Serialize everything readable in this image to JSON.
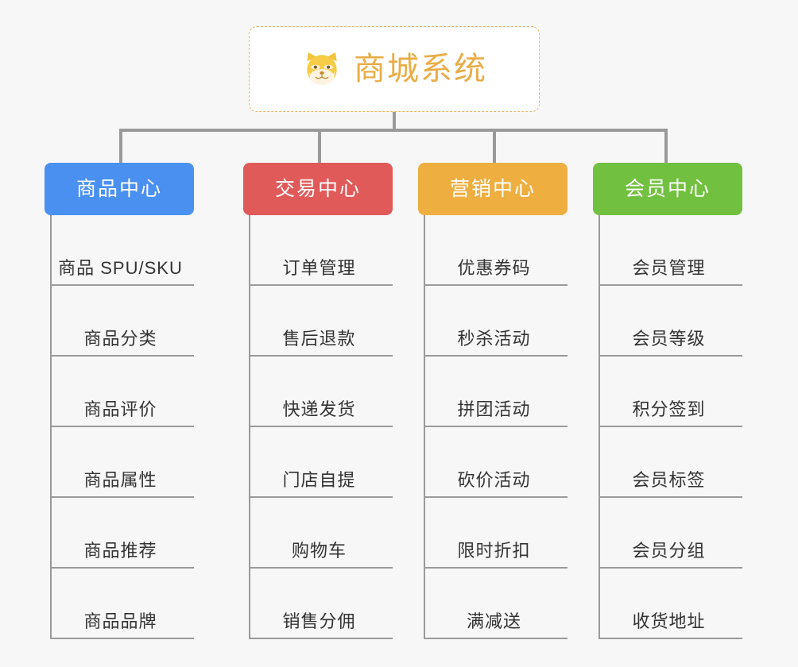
{
  "page": {
    "background_color": "#f7f7f7",
    "diagram_type": "organization-tree"
  },
  "root": {
    "title": "商城系统",
    "icon": "shiba-dog-icon",
    "title_color": "#e8ad47",
    "border_color": "#e9b463",
    "background_color": "#ffffff"
  },
  "connector_color": "#9a9a9a",
  "columns": [
    {
      "label": "商品中心",
      "color": "#4a90f0",
      "items": [
        {
          "label": "商品 SPU/SKU"
        },
        {
          "label": "商品分类"
        },
        {
          "label": "商品评价"
        },
        {
          "label": "商品属性"
        },
        {
          "label": "商品推荐"
        },
        {
          "label": "商品品牌"
        }
      ]
    },
    {
      "label": "交易中心",
      "color": "#e05a5a",
      "items": [
        {
          "label": "订单管理"
        },
        {
          "label": "售后退款"
        },
        {
          "label": "快递发货"
        },
        {
          "label": "门店自提"
        },
        {
          "label": "购物车"
        },
        {
          "label": "销售分佣"
        }
      ]
    },
    {
      "label": "营销中心",
      "color": "#eeaf40",
      "items": [
        {
          "label": "优惠券码"
        },
        {
          "label": "秒杀活动"
        },
        {
          "label": "拼团活动"
        },
        {
          "label": "砍价活动"
        },
        {
          "label": "限时折扣"
        },
        {
          "label": "满减送"
        }
      ]
    },
    {
      "label": "会员中心",
      "color": "#72c040",
      "items": [
        {
          "label": "会员管理"
        },
        {
          "label": "会员等级"
        },
        {
          "label": "积分签到"
        },
        {
          "label": "会员标签"
        },
        {
          "label": "会员分组"
        },
        {
          "label": "收货地址"
        }
      ]
    }
  ]
}
